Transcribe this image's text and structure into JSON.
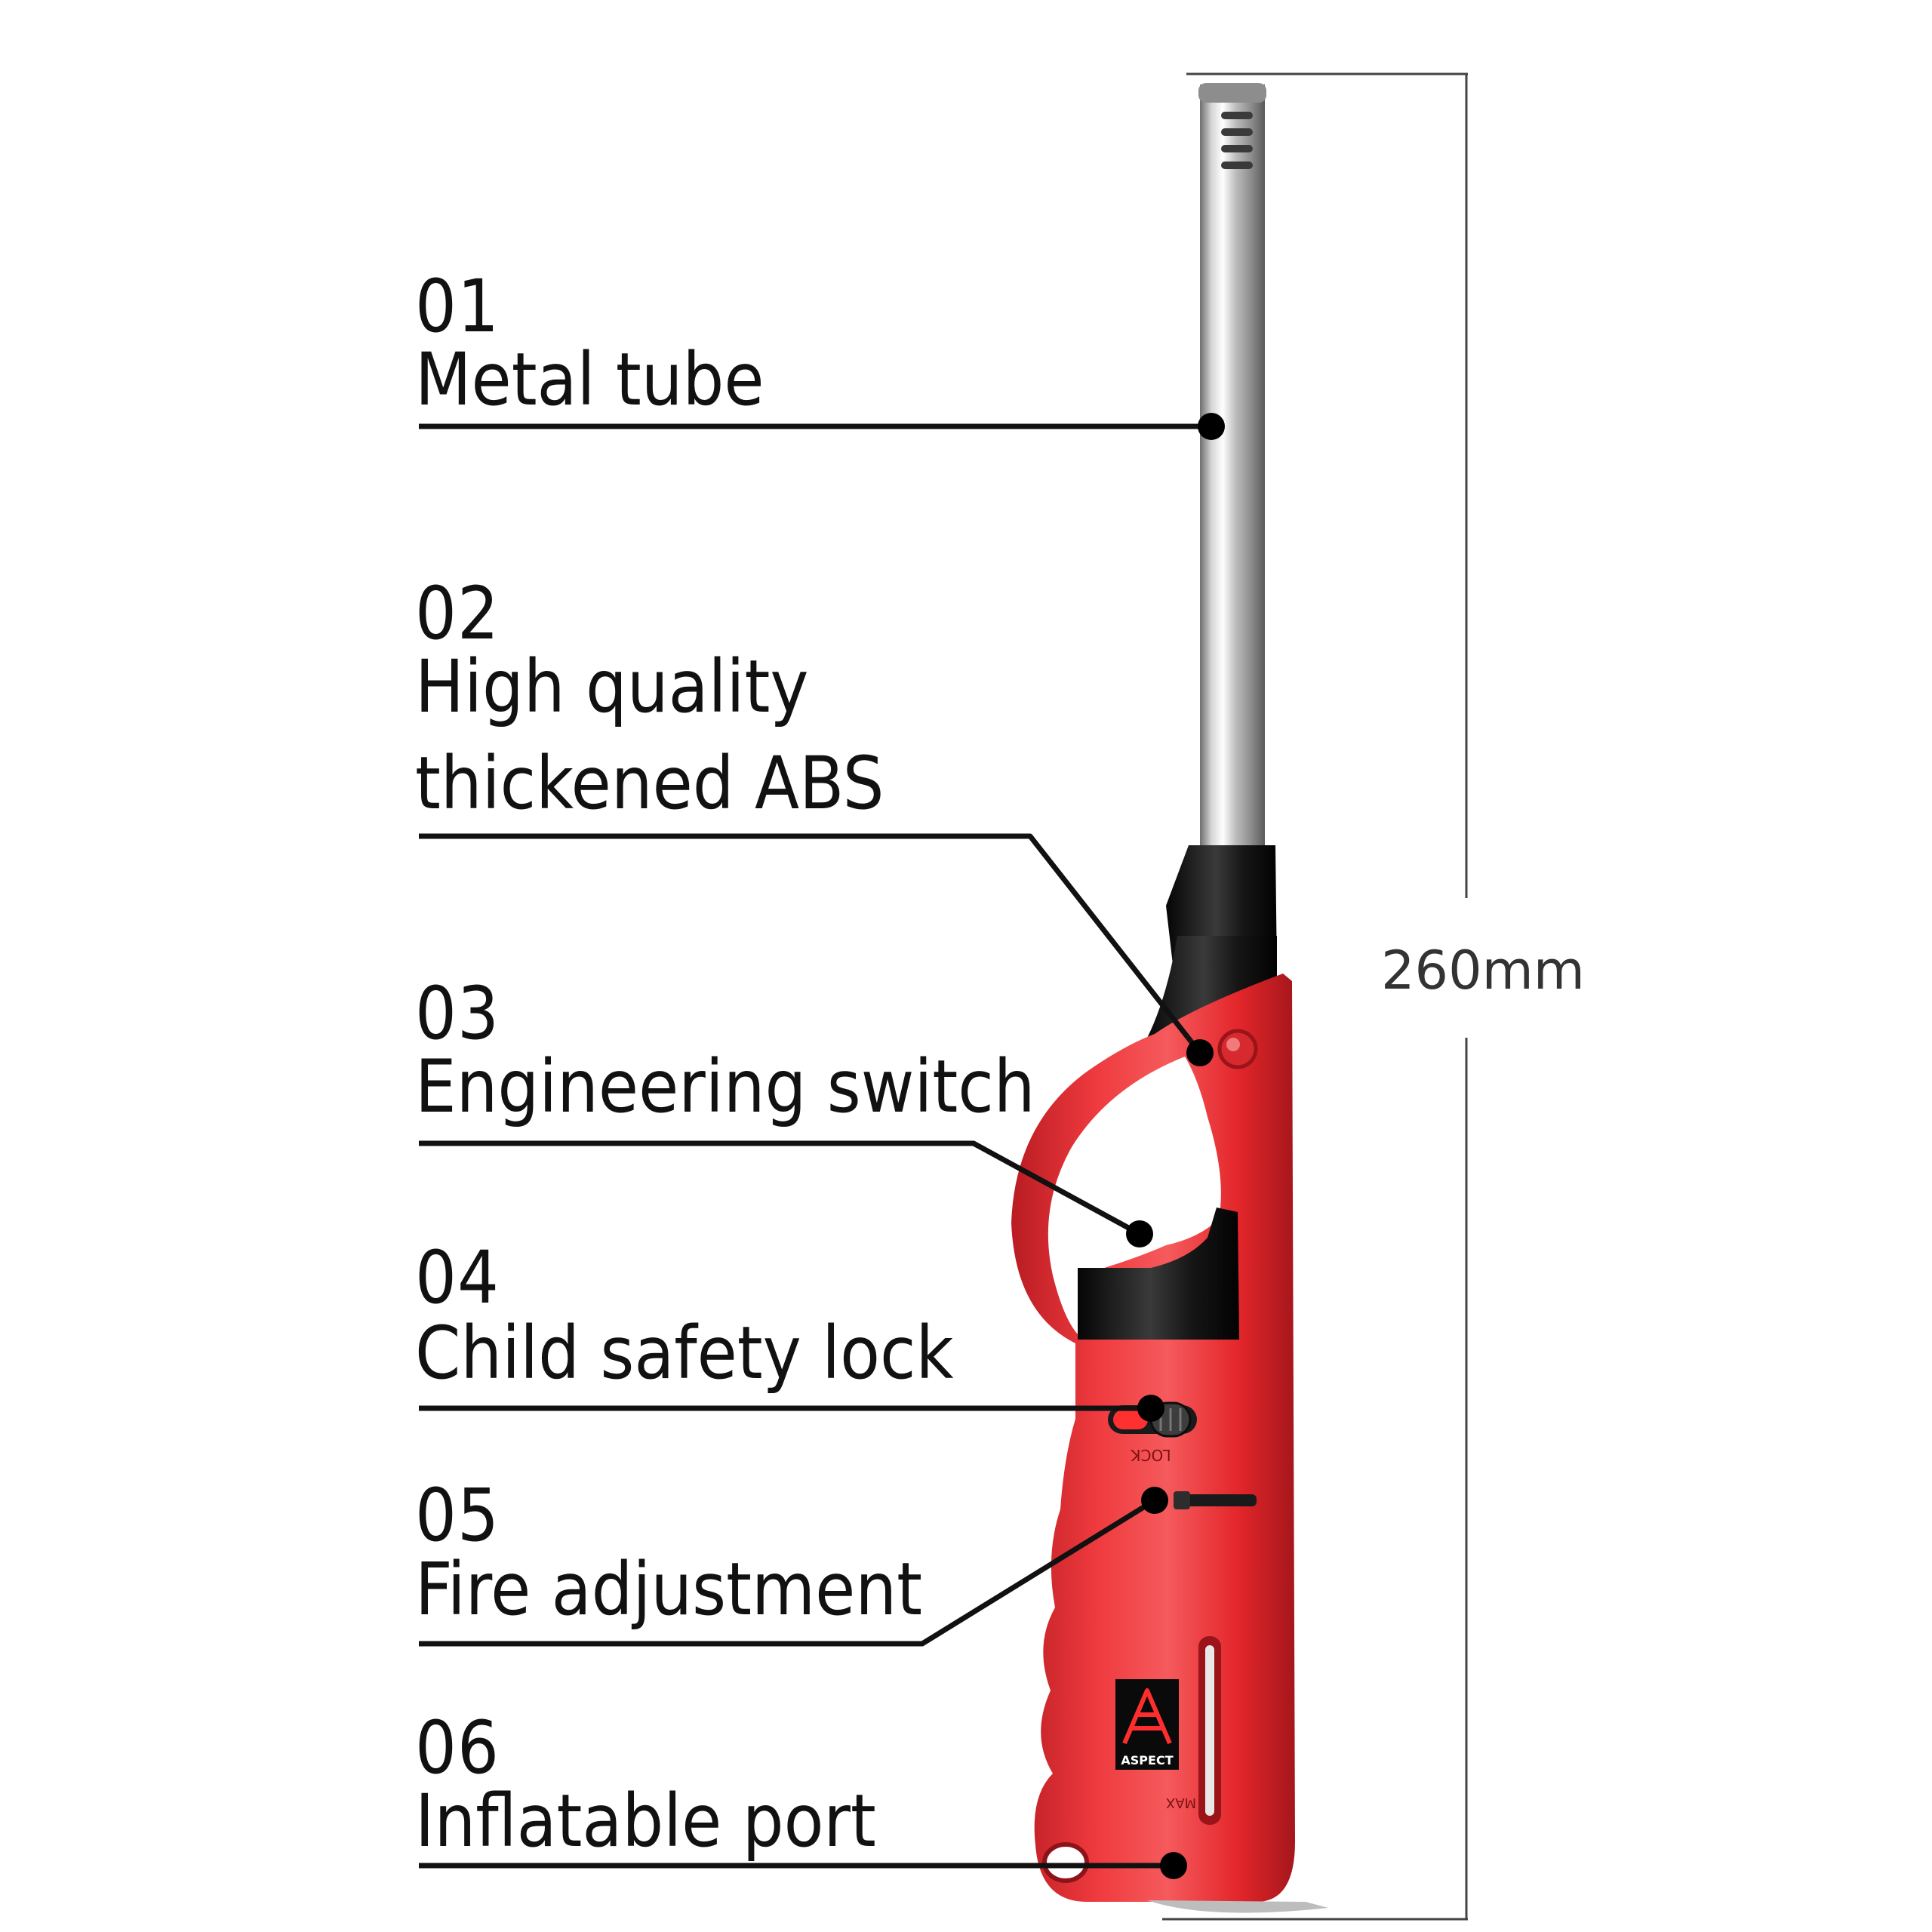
{
  "callouts": [
    {
      "num": "01",
      "lines": [
        "Metal tube"
      ]
    },
    {
      "num": "02",
      "lines": [
        "High quality",
        "thickened ABS"
      ]
    },
    {
      "num": "03",
      "lines": [
        "Engineering switch"
      ]
    },
    {
      "num": "04",
      "lines": [
        "Child safety lock"
      ]
    },
    {
      "num": "05",
      "lines": [
        "Fire adjustment"
      ]
    },
    {
      "num": "06",
      "lines": [
        "Inflatable port"
      ]
    }
  ],
  "dimension": {
    "label": "260mm"
  },
  "product": {
    "lock_label": "LOCK",
    "max_label": "MAX",
    "brand_name": "ASPECT"
  },
  "colors": {
    "body_red": "#e8282d",
    "body_dark_red": "#b81c22",
    "black_part": "#141414",
    "metal": "#c9c9c9",
    "text": "#111111"
  }
}
